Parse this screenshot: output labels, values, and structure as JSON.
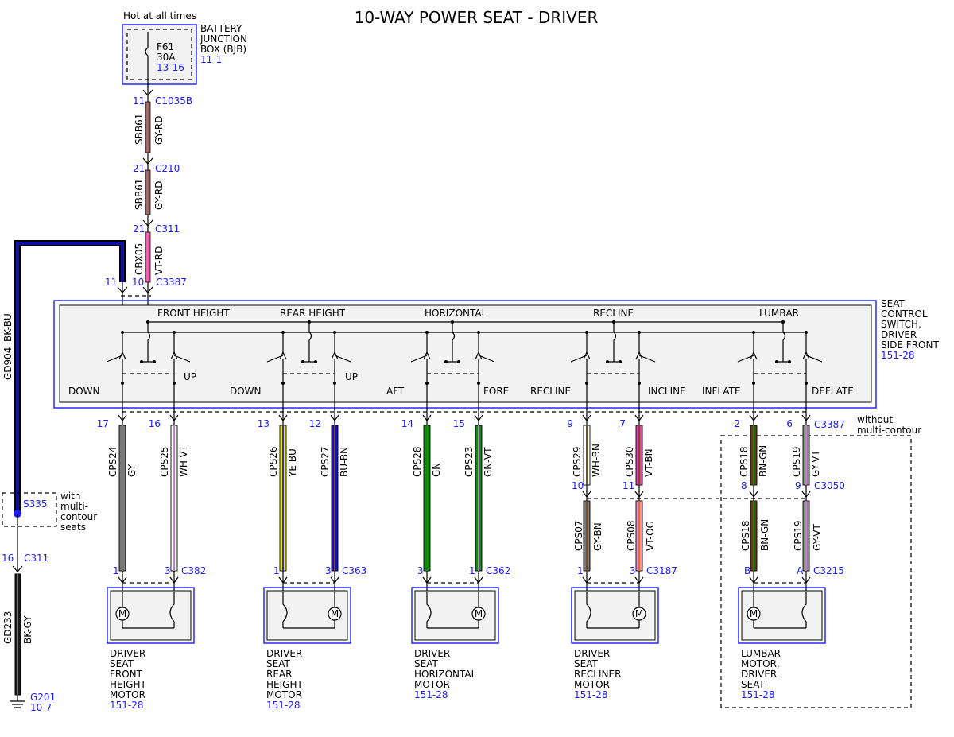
{
  "title": "10-WAY POWER SEAT - DRIVER",
  "hot_label": "Hot at all times",
  "bjb": {
    "fuse": "F61",
    "amps": "30A",
    "ref": "13-16",
    "name": [
      "BATTERY",
      "JUNCTION",
      "BOX (BJB)"
    ],
    "name_ref": "11-1"
  },
  "feed": [
    {
      "pin": "11",
      "connector": "C1035B",
      "circuit": "SBB61",
      "color": "GY-RD"
    },
    {
      "pin": "21",
      "connector": "C210",
      "circuit": "SBB61",
      "color": "GY-RD"
    },
    {
      "pin": "21",
      "connector": "C311",
      "circuit": "CBX05",
      "color": "VT-RD"
    }
  ],
  "switch_top": {
    "pin_ground": "11",
    "pin_feed": "10",
    "connector": "C3387"
  },
  "switch": {
    "name": [
      "SEAT",
      "CONTROL",
      "SWITCH,",
      "DRIVER",
      "SIDE FRONT"
    ],
    "ref": "151-28",
    "sections": [
      "FRONT HEIGHT",
      "REAR HEIGHT",
      "HORIZONTAL",
      "RECLINE",
      "LUMBAR"
    ],
    "directions": [
      "DOWN",
      "UP",
      "DOWN",
      "UP",
      "AFT",
      "FORE",
      "RECLINE",
      "INCLINE",
      "INFLATE",
      "DEFLATE"
    ]
  },
  "ground": {
    "upper_circuit": "GD904",
    "upper_color": "BK-BU",
    "splice": "S335",
    "splice_note": [
      "with",
      "multi-",
      "contour",
      "seats"
    ],
    "pin": "16",
    "connector": "C311",
    "lower_circuit": "GD233",
    "lower_color": "BK-GY",
    "ground_point": "G201",
    "ground_ref": "10-7"
  },
  "switch_connector": "C3387",
  "without_note": [
    "without",
    "multi-contour"
  ],
  "wires": [
    {
      "pin": "17",
      "circuit": "CPS24",
      "color": "GY",
      "hex": "#7a7a7a",
      "stripe": "#7a7a7a"
    },
    {
      "pin": "16",
      "circuit": "CPS25",
      "color": "WH-VT",
      "hex": "#ffffff",
      "stripe": "#c080c8"
    },
    {
      "pin": "13",
      "circuit": "CPS26",
      "color": "YE-BU",
      "hex": "#e8e820",
      "stripe": "#3030c0"
    },
    {
      "pin": "12",
      "circuit": "CPS27",
      "color": "BU-BN",
      "hex": "#1010c8",
      "stripe": "#7a4a20"
    },
    {
      "pin": "14",
      "circuit": "CPS28",
      "color": "GN",
      "hex": "#128a12",
      "stripe": "#128a12"
    },
    {
      "pin": "15",
      "circuit": "CPS23",
      "color": "GN-VT",
      "hex": "#128a12",
      "stripe": "#c080c8"
    },
    {
      "pin": "9",
      "circuit": "CPS29",
      "color": "WH-BN",
      "hex": "#ffffff",
      "stripe": "#7a4a20"
    },
    {
      "pin": "7",
      "circuit": "CPS30",
      "color": "VT-BN",
      "hex": "#e040b0",
      "stripe": "#7a4a20"
    },
    {
      "pin": "2",
      "circuit": "CPS18",
      "color": "BN-GN",
      "hex": "#6a3a1a",
      "stripe": "#128a12"
    },
    {
      "pin": "6",
      "circuit": "CPS19",
      "color": "GY-VT",
      "hex": "#8a8a8a",
      "stripe": "#c080c8"
    }
  ],
  "recline_lower": {
    "upper_pins": [
      "10",
      "11"
    ],
    "circuits": [
      {
        "circuit": "CPS07",
        "color": "GY-BN"
      },
      {
        "circuit": "CPS08",
        "color": "VT-OG"
      }
    ]
  },
  "lumbar_lower": {
    "upper_pins": [
      "8",
      "9"
    ],
    "upper_connector": "C3050",
    "circuits": [
      {
        "circuit": "CPS18",
        "color": "BN-GN"
      },
      {
        "circuit": "CPS19",
        "color": "GY-VT"
      }
    ]
  },
  "motors": [
    {
      "pins": [
        "1",
        "3"
      ],
      "connector": "C382",
      "name": [
        "DRIVER",
        "SEAT",
        "FRONT",
        "HEIGHT",
        "MOTOR"
      ],
      "ref": "151-28"
    },
    {
      "pins": [
        "1",
        "3"
      ],
      "connector": "C363",
      "name": [
        "DRIVER",
        "SEAT",
        "REAR",
        "HEIGHT",
        "MOTOR"
      ],
      "ref": "151-28"
    },
    {
      "pins": [
        "3",
        "1"
      ],
      "connector": "C362",
      "name": [
        "DRIVER",
        "SEAT",
        "HORIZONTAL",
        "MOTOR"
      ],
      "ref": "151-28"
    },
    {
      "pins": [
        "1",
        "3"
      ],
      "connector": "C3187",
      "name": [
        "DRIVER",
        "SEAT",
        "RECLINER",
        "MOTOR"
      ],
      "ref": "151-28"
    },
    {
      "pins": [
        "B",
        "A"
      ],
      "connector": "C3215",
      "name": [
        "LUMBAR",
        "MOTOR,",
        "DRIVER",
        "SEAT"
      ],
      "ref": "151-28"
    }
  ],
  "motor_symbol": "M"
}
